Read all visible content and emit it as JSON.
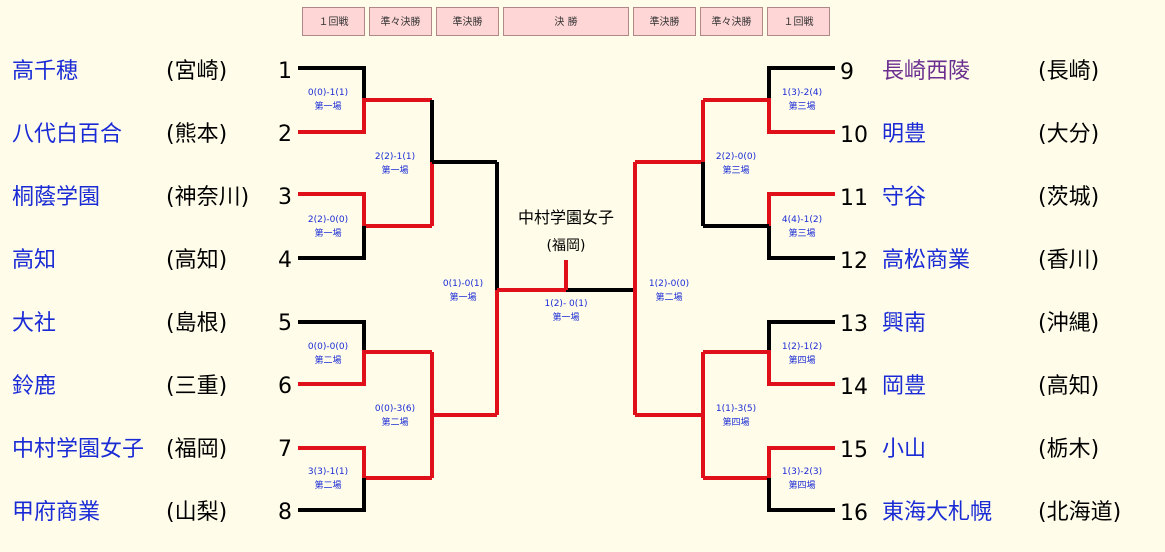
{
  "tabs": [
    "１回戦",
    "準々決勝",
    "準決勝",
    "決 勝",
    "準決勝",
    "準々決勝",
    "１回戦"
  ],
  "left_entries": [
    {
      "seed": "1",
      "team": "高千穂",
      "pref": "(宮崎)"
    },
    {
      "seed": "2",
      "team": "八代白百合",
      "pref": "(熊本)"
    },
    {
      "seed": "3",
      "team": "桐蔭学園",
      "pref": "(神奈川)"
    },
    {
      "seed": "4",
      "team": "高知",
      "pref": "(高知)"
    },
    {
      "seed": "5",
      "team": "大社",
      "pref": "(島根)"
    },
    {
      "seed": "6",
      "team": "鈴鹿",
      "pref": "(三重)"
    },
    {
      "seed": "7",
      "team": "中村学園女子",
      "pref": "(福岡)"
    },
    {
      "seed": "8",
      "team": "甲府商業",
      "pref": "(山梨)"
    }
  ],
  "right_entries": [
    {
      "seed": "9",
      "team": "長崎西陵",
      "pref": "(長崎)"
    },
    {
      "seed": "10",
      "team": "明豊",
      "pref": "(大分)"
    },
    {
      "seed": "11",
      "team": "守谷",
      "pref": "(茨城)"
    },
    {
      "seed": "12",
      "team": "高松商業",
      "pref": "(香川)"
    },
    {
      "seed": "13",
      "team": "興南",
      "pref": "(沖縄)"
    },
    {
      "seed": "14",
      "team": "岡豊",
      "pref": "(高知)"
    },
    {
      "seed": "15",
      "team": "小山",
      "pref": "(栃木)"
    },
    {
      "seed": "16",
      "team": "東海大札幌",
      "pref": "(北海道)"
    }
  ],
  "scores": {
    "l_r1_1": {
      "score": "0(0)-1(1)",
      "venue": "第一場"
    },
    "l_r1_2": {
      "score": "2(2)-0(0)",
      "venue": "第一場"
    },
    "l_r1_3": {
      "score": "0(0)-0(0)",
      "venue": "第二場"
    },
    "l_r1_4": {
      "score": "3(3)-1(1)",
      "venue": "第二場"
    },
    "l_qf_1": {
      "score": "2(2)-1(1)",
      "venue": "第一場"
    },
    "l_qf_2": {
      "score": "0(0)-3(6)",
      "venue": "第二場"
    },
    "l_sf": {
      "score": "0(1)-0(1)",
      "venue": "第一場"
    },
    "final": {
      "score": "1(2)- 0(1)",
      "venue": "第一場"
    },
    "r_sf": {
      "score": "1(2)-0(0)",
      "venue": "第二場"
    },
    "r_qf_1": {
      "score": "2(2)-0(0)",
      "venue": "第三場"
    },
    "r_qf_2": {
      "score": "1(1)-3(5)",
      "venue": "第四場"
    },
    "r_r1_1": {
      "score": "1(3)-2(4)",
      "venue": "第三場"
    },
    "r_r1_2": {
      "score": "4(4)-1(2)",
      "venue": "第三場"
    },
    "r_r1_3": {
      "score": "1(2)-1(2)",
      "venue": "第四場"
    },
    "r_r1_4": {
      "score": "1(3)-2(3)",
      "venue": "第四場"
    }
  },
  "champion": {
    "team": "中村学園女子",
    "pref": "(福岡)"
  },
  "colors": {
    "win": "#e0101a",
    "lose": "#000000",
    "team": "#1a2bd6",
    "score": "#1a2bd6",
    "tab_bg": "#ffd6d6",
    "page_bg": "#fffde9"
  }
}
